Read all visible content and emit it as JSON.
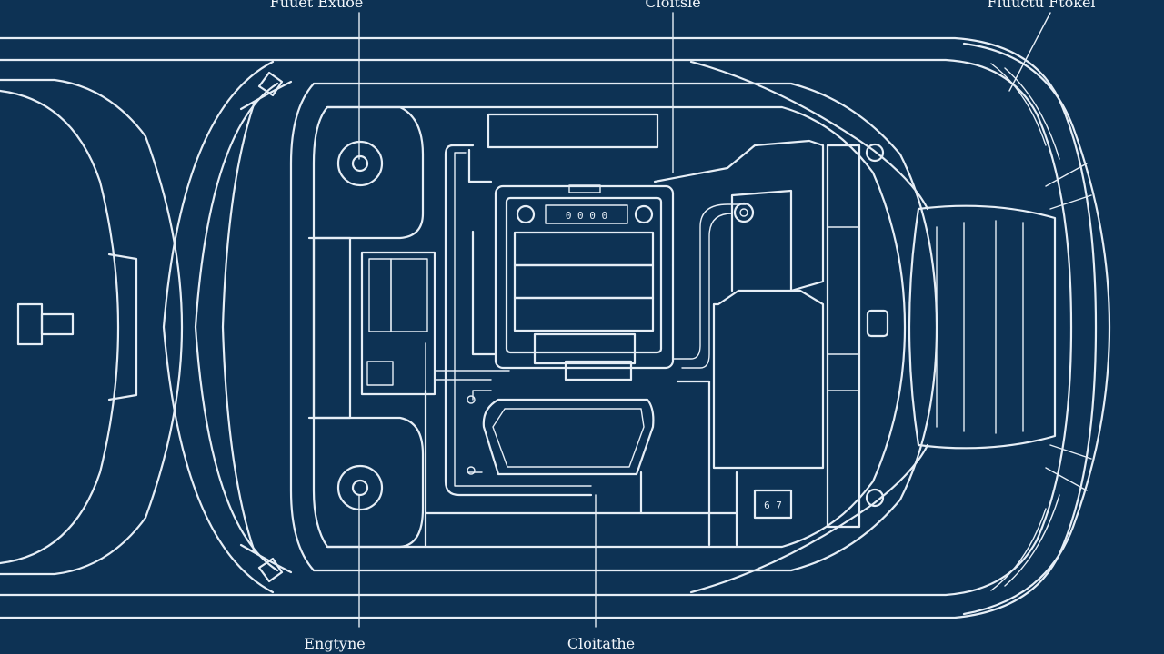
{
  "diagram": {
    "background_color": "#0d3254",
    "line_color": "#e6eef6",
    "labels": {
      "top_left": "Fuuet Exuoe",
      "top_center": "Cloitsle",
      "top_right": "Fluuctu Ftokel",
      "bottom_left": "Engtyne",
      "bottom_center": "Cloitathe"
    },
    "battery_readout": "0 0 0 0",
    "panel_tag": "6 7"
  }
}
